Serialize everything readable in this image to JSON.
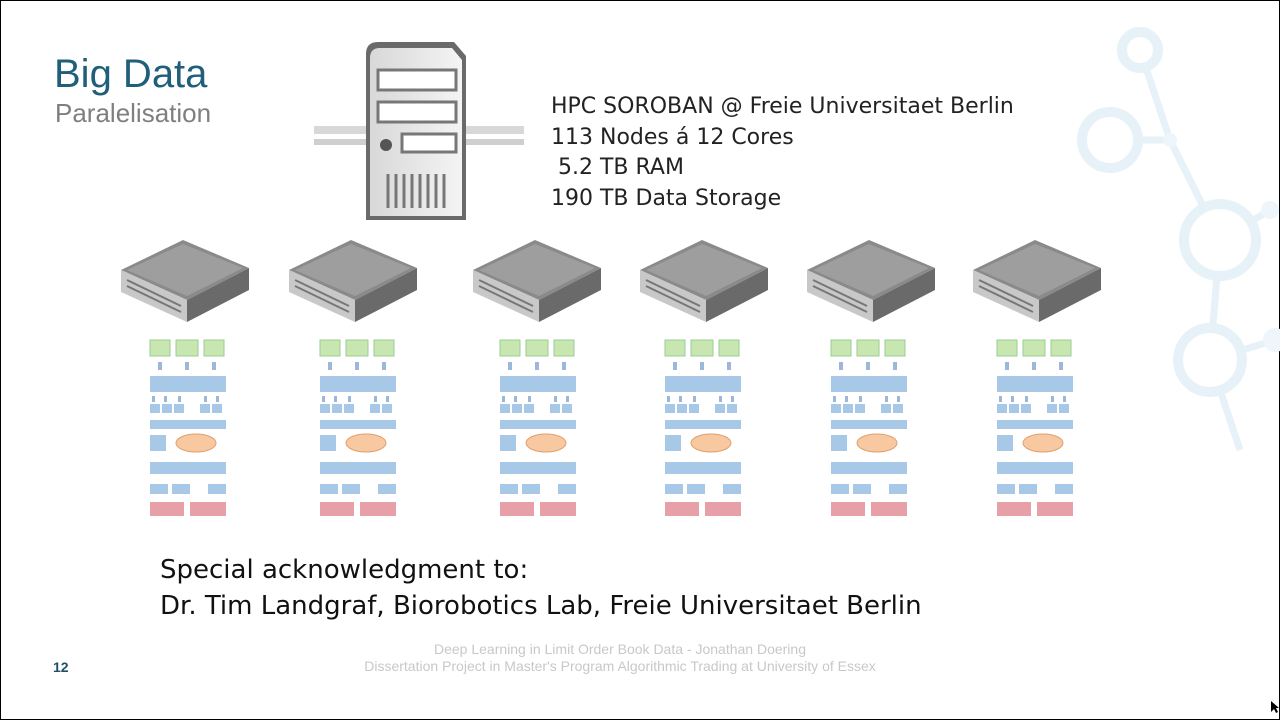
{
  "slide": {
    "title": "Big Data",
    "subtitle": "Paralelisation",
    "page_number": "12"
  },
  "hpc": {
    "lines": [
      "HPC SOROBAN @ Freie Universitaet Berlin",
      "113 Nodes á 12 Cores",
      " 5.2 TB RAM",
      "190 TB Data Storage"
    ]
  },
  "acknowledgment": {
    "line1": "Special acknowledgment to:",
    "line2": "Dr. Tim Landgraf, Biorobotics Lab, Freie Universitaet Berlin"
  },
  "footer": {
    "line1": "Deep Learning in Limit Order Book Data - Jonathan Doering",
    "line2": "Dissertation Project in Master's Program Algorithmic Trading at University of Essex"
  },
  "node_count": 6,
  "colors": {
    "title": "#1f5f7a",
    "subtitle": "#7f7f7f",
    "background_network": "#e6f2f8",
    "flow_green": "#c8e6b0",
    "flow_blue": "#a8c8e8",
    "flow_orange": "#f8c8a0",
    "flow_red": "#e8a0a8"
  },
  "icons": [
    "server-tower-icon",
    "rack-server-icon",
    "network-molecule-decoration"
  ]
}
